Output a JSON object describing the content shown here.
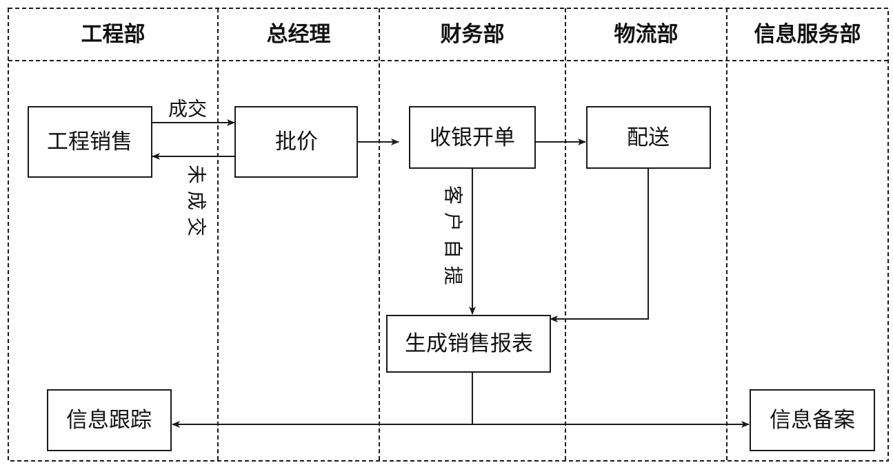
{
  "lanes": {
    "engineering": "工程部",
    "general_manager": "总经理",
    "finance": "财务部",
    "logistics": "物流部",
    "info_service": "信息服务部"
  },
  "nodes": {
    "engineering_sales": "工程销售",
    "price_approval": "批价",
    "cashier_billing": "收银开单",
    "delivery": "配送",
    "sales_report": "生成销售报表",
    "info_tracking": "信息跟踪",
    "info_archive": "信息备案"
  },
  "edges": {
    "deal": "成交",
    "no_deal": [
      "未",
      "成",
      "交"
    ],
    "self_pickup": [
      "客",
      "户",
      "自",
      "提"
    ]
  }
}
